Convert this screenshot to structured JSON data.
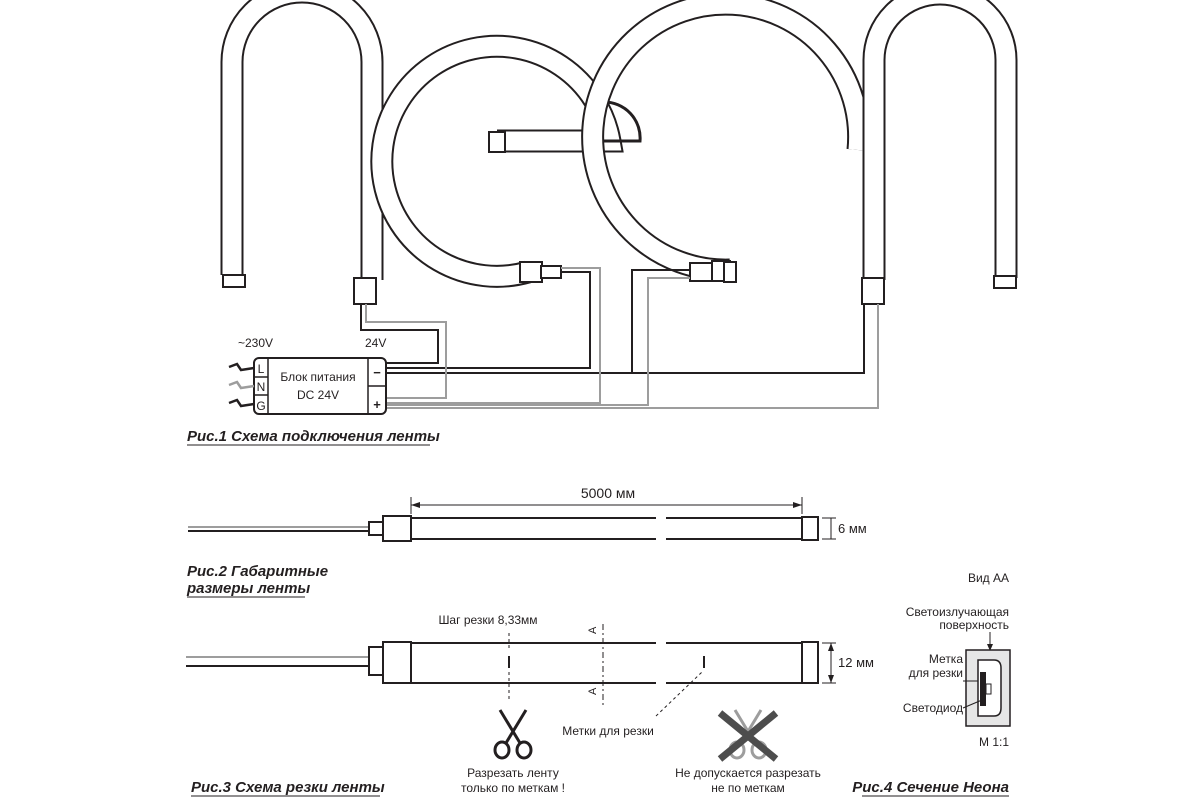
{
  "fig1": {
    "caption": "Рис.1 Схема подключения ленты",
    "ac_label": "~230V",
    "dc_label": "24V",
    "psu_line1": "Блок питания",
    "psu_line2": "DC 24V",
    "terminal_l": "L",
    "terminal_n": "N",
    "terminal_g": "G",
    "minus": "−",
    "plus": "+"
  },
  "fig2": {
    "caption_line1": "Рис.2 Габаритные",
    "caption_line2": "размеры ленты",
    "length": "5000 мм",
    "height": "6 мм"
  },
  "fig3": {
    "caption": "Рис.3 Схема резки ленты",
    "cut_step": "Шаг резки 8,33мм",
    "section_mark": "A",
    "width": "12 мм",
    "cut_marks": "Метки для резки",
    "ok_line1": "Разрезать ленту",
    "ok_line2": "только по меткам !",
    "no_line1": "Не допускается разрезать",
    "no_line2": "не по меткам"
  },
  "fig4": {
    "view": "Вид АА",
    "surface_line1": "Светоизлучающая",
    "surface_line2": "поверхность",
    "mark_line1": "Метка",
    "mark_line2": "для резки",
    "led": "Светодиод",
    "scale": "М 1:1",
    "caption": "Рис.4 Сечение Неона"
  },
  "icons": [
    "scissors-icon",
    "crossed-scissors-icon"
  ]
}
